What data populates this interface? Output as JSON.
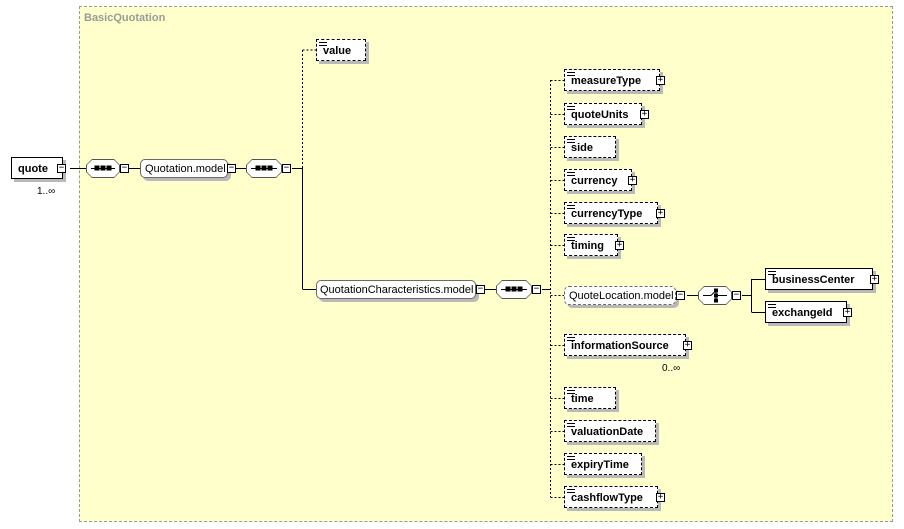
{
  "group": {
    "title": "BasicQuotation"
  },
  "root": {
    "label": "quote",
    "cardinality": "1..∞"
  },
  "quotation_model": {
    "label": "Quotation.model"
  },
  "value": {
    "label": "value"
  },
  "characteristics_model": {
    "label": "QuotationCharacteristics.model"
  },
  "location_model": {
    "label": "QuoteLocation.model"
  },
  "elements": {
    "measure_type": "measureType",
    "quote_units": "quoteUnits",
    "side": "side",
    "currency": "currency",
    "currency_type": "currencyType",
    "timing": "timing",
    "information_source": "informationSource",
    "information_source_card": "0..∞",
    "time": "time",
    "valuation_date": "valuationDate",
    "expiry_time": "expiryTime",
    "cashflow_type": "cashflowType"
  },
  "location_elements": {
    "business_center": "businessCenter",
    "exchange_id": "exchangeId"
  },
  "icons": {
    "sequence": "sequence-icon",
    "choice": "choice-icon",
    "expand": "plus-icon",
    "collapse": "minus-icon"
  }
}
